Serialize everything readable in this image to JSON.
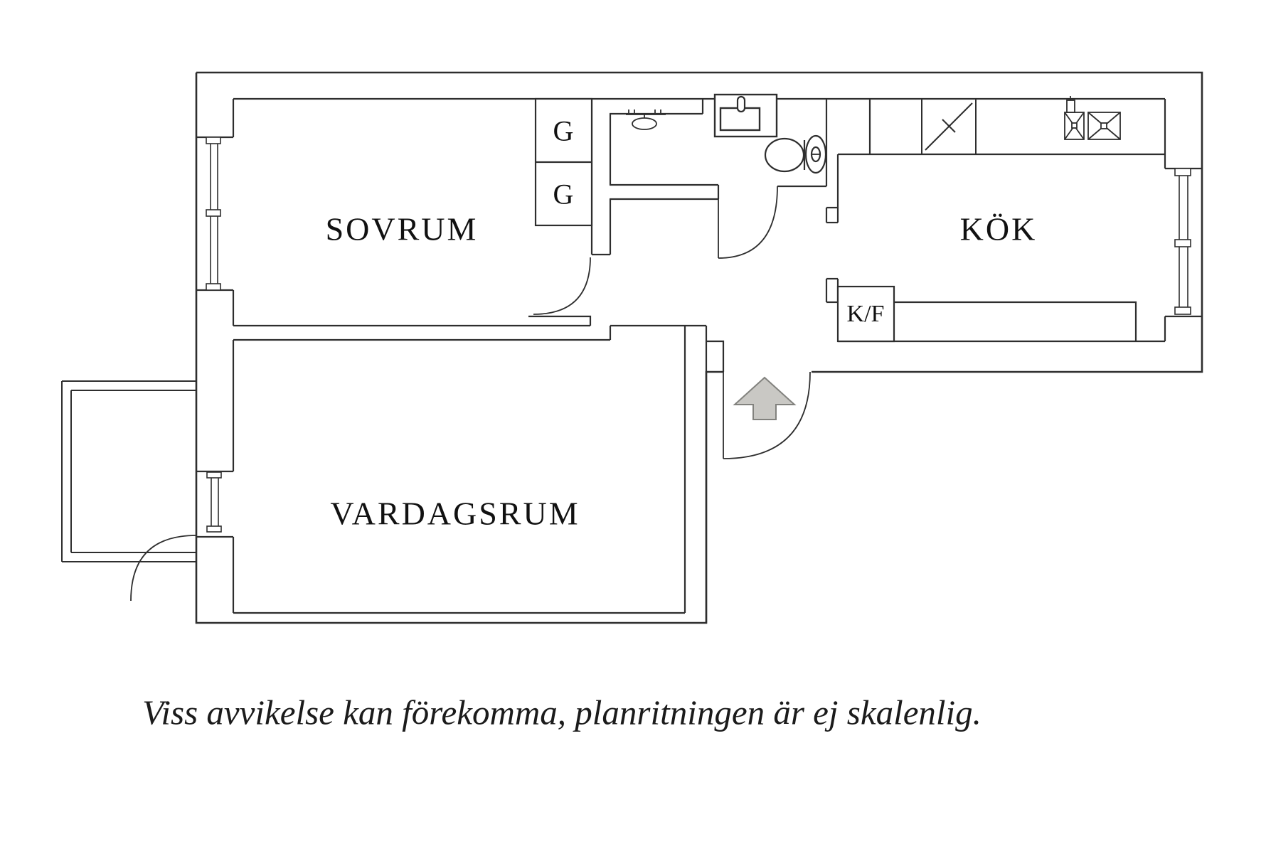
{
  "document": {
    "background_color": "#ffffff",
    "line_color": "#2e2e2e"
  },
  "rooms": {
    "bedroom": {
      "label": "SOVRUM"
    },
    "livingroom": {
      "label": "VARDAGSRUM"
    },
    "kitchen": {
      "label": "KÖK"
    }
  },
  "fixtures": {
    "closet_top_label": "G",
    "closet_bottom_label": "G",
    "fridge_freezer_label": "K/F"
  },
  "entrance_arrow": {
    "fill": "#c9c8c4",
    "border": "#82827e"
  },
  "icons": {
    "toilet-icon": "toilet seen from above (bowl + cistern)",
    "bathroom-sink-icon": "wash basin with faucet",
    "shower-icon": "shower head on wall",
    "dishwasher-icon": "square with diagonal slash",
    "kitchen-sink-icon": "small square with cross and faucet",
    "stove-icon": "rectangle with X diagonals",
    "entrance-arrow-icon": "grey arrow pointing up at entry door",
    "window-icon": "double-line window in wall",
    "door-swing-icon": "quarter-circle door swing arc"
  },
  "caption": "Viss avvikelse kan förekomma, planritningen är ej skalenlig."
}
